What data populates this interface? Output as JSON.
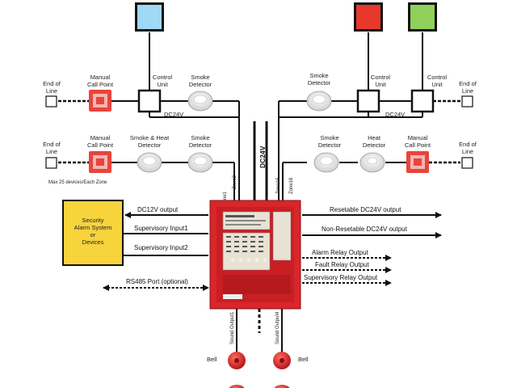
{
  "labels": {
    "end_of_line": "End of Line",
    "manual_call_point": "Manual Call Point",
    "control_unit": "Control Unit",
    "smoke_detector": "Smoke Detector",
    "smoke_heat_detector": "Smoke & Heat Detector",
    "heat_detector": "Heat Detector",
    "dc24v": "DC24V",
    "max_devices": "Max 25 devices/Each Zone",
    "zone1": "Zone1",
    "zone2": "Zone2",
    "zone15": "Zone15",
    "zone16": "Zone16",
    "security_system": "Security Alarm System or Devices",
    "dc12v_output": "DC12V output",
    "supervisory_input1": "Supervisory Input1",
    "supervisory_input2": "Supervisory Input2",
    "rs485_port": "RS485 Port (optional)",
    "resetable_dc24v": "Resetable DC24V output",
    "non_resetable_dc24v": "Non-Resetable DC24V output",
    "alarm_relay": "Alarm Relay Output",
    "fault_relay": "Fault Relay Output",
    "supervisory_relay": "Supervisory Relay Output",
    "sound_output1": "Sound Output1",
    "sound_output4": "Sound Output4",
    "bell": "Bell"
  },
  "colors": {
    "lamp_blue": "#9fd9f5",
    "lamp_red": "#e8382c",
    "lamp_green": "#8fd15a",
    "panel_red": "#d8262b",
    "security_fill": "#f7d33c",
    "manual_call_point": "#e8443c",
    "line": "#111111"
  },
  "icons": [
    "end-of-line-box",
    "manual-call-point-icon",
    "control-unit-box",
    "smoke-detector-icon",
    "heat-detector-icon",
    "fire-panel-icon",
    "bell-icon",
    "indicator-lamp"
  ]
}
